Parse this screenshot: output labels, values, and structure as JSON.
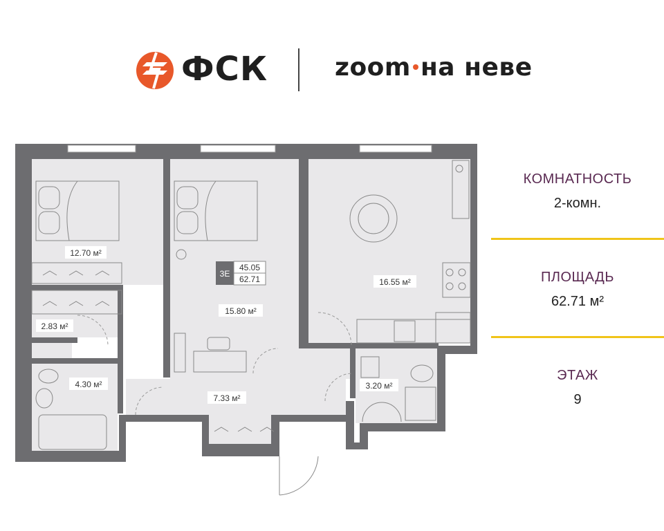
{
  "brand": {
    "fsk_name": "ФСК",
    "project_name_part1": "zoom",
    "project_name_part2": "на неве",
    "accent_color": "#e8582a",
    "separator_color": "#f0c419",
    "heading_color": "#5a2a52"
  },
  "rooms": {
    "bedroom_left_area": "12.70 м²",
    "bedroom_mid_area": "15.80 м²",
    "kitchen_area": "16.55 м²",
    "wardrobe_area": "2.83 м²",
    "bathroom_area": "4.30 м²",
    "hall_area": "7.33 м²",
    "wc_area": "3.20 м²"
  },
  "unit_tag": {
    "code": "3E",
    "living_area": "45.05",
    "total_area": "62.71"
  },
  "info": {
    "rooms_label": "КОМНАТНОСТЬ",
    "rooms_value": "2-комн.",
    "area_label": "ПЛОЩАДЬ",
    "area_value": "62.71 м²",
    "floor_label": "ЭТАЖ",
    "floor_value": "9"
  }
}
